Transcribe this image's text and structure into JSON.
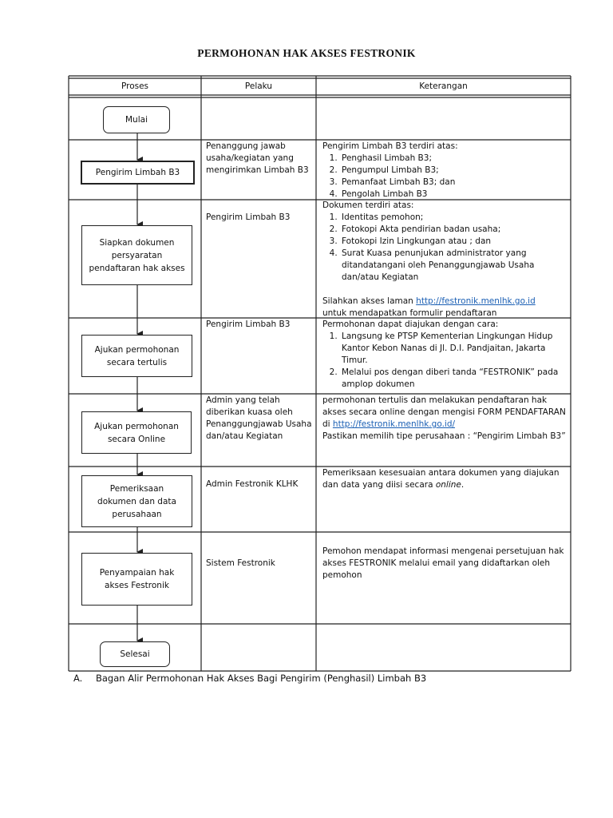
{
  "title": "PERMOHONAN HAK AKSES FESTRONIK",
  "headers": [
    "Proses",
    "Pelaku",
    "Keterangan"
  ],
  "flow": [
    "Mulai",
    "Pengirim Limbah B3",
    "Siapkan dokumen persyaratan pendaftaran hak akses",
    "Ajukan permohonan secara tertulis",
    "Ajukan permohonan secara Online",
    "Pemeriksaan dokumen dan data perusahaan",
    "Penyampaian hak akses  Festronik",
    "Selesai"
  ],
  "pelaku": [
    "Penanggung jawab usaha/kegiatan yang mengirimkan Limbah B3",
    "Pengirim Limbah B3",
    "Pengirim Limbah B3",
    "Admin yang telah diberikan kuasa oleh Penanggungjawab Usaha dan/atau Kegiatan",
    "Admin Festronik KLHK",
    "Sistem Festronik"
  ],
  "keterangan": {
    "r1": {
      "intro": "Pengirim Limbah B3 terdiri atas:",
      "items": [
        "Penghasil Limbah B3;",
        "Pengumpul Limbah B3;",
        "Pemanfaat Limbah B3; dan",
        "Pengolah Limbah B3"
      ]
    },
    "r2": {
      "intro": "Dokumen terdiri atas:",
      "items": [
        "Identitas pemohon;",
        "Fotokopi Akta pendirian badan usaha;",
        "Fotokopi Izin Lingkungan atau ; dan",
        "Surat Kuasa penunjukan administrator yang ditandatangani oleh Penanggungjawab Usaha dan/atau Kegiatan"
      ],
      "link_pre": "Silahkan akses laman ",
      "link": "http://festronik.menlhk.go.id",
      "link_post": "untuk mendapatkan formulir pendaftaran"
    },
    "r3": {
      "intro": "Permohonan dapat diajukan dengan cara:",
      "items": [
        "Langsung ke PTSP Kementerian Lingkungan Hidup Kantor Kebon Nanas di Jl. D.I. Pandjaitan, Jakarta Timur.",
        "Melalui pos dengan diberi tanda “FESTRONIK” pada amplop dokumen"
      ]
    },
    "r4": {
      "text_pre": "permohonan tertulis dan melakukan pendaftaran hak akses secara online dengan mengisi FORM PENDAFTARAN di ",
      "link": "http://festronik.menlhk.go.id/",
      "text_post": "Pastikan memilih tipe perusahaan : “Pengirim Limbah B3”"
    },
    "r5": {
      "text_pre": "Pemeriksaan kesesuaian antara dokumen yang diajukan dan data yang diisi secara ",
      "italic": "online",
      "text_post": "."
    },
    "r6": {
      "text": "Pemohon mendapat informasi mengenai persetujuan hak akses FESTRONIK melalui email yang didaftarkan oleh pemohon"
    }
  },
  "caption": {
    "num": "A.",
    "text": "Bagan Alir Permohonan Hak Akses Bagi Pengirim (Penghasil) Limbah B3"
  },
  "colors": {
    "link": "#1a5fb4",
    "line": "#222222"
  }
}
